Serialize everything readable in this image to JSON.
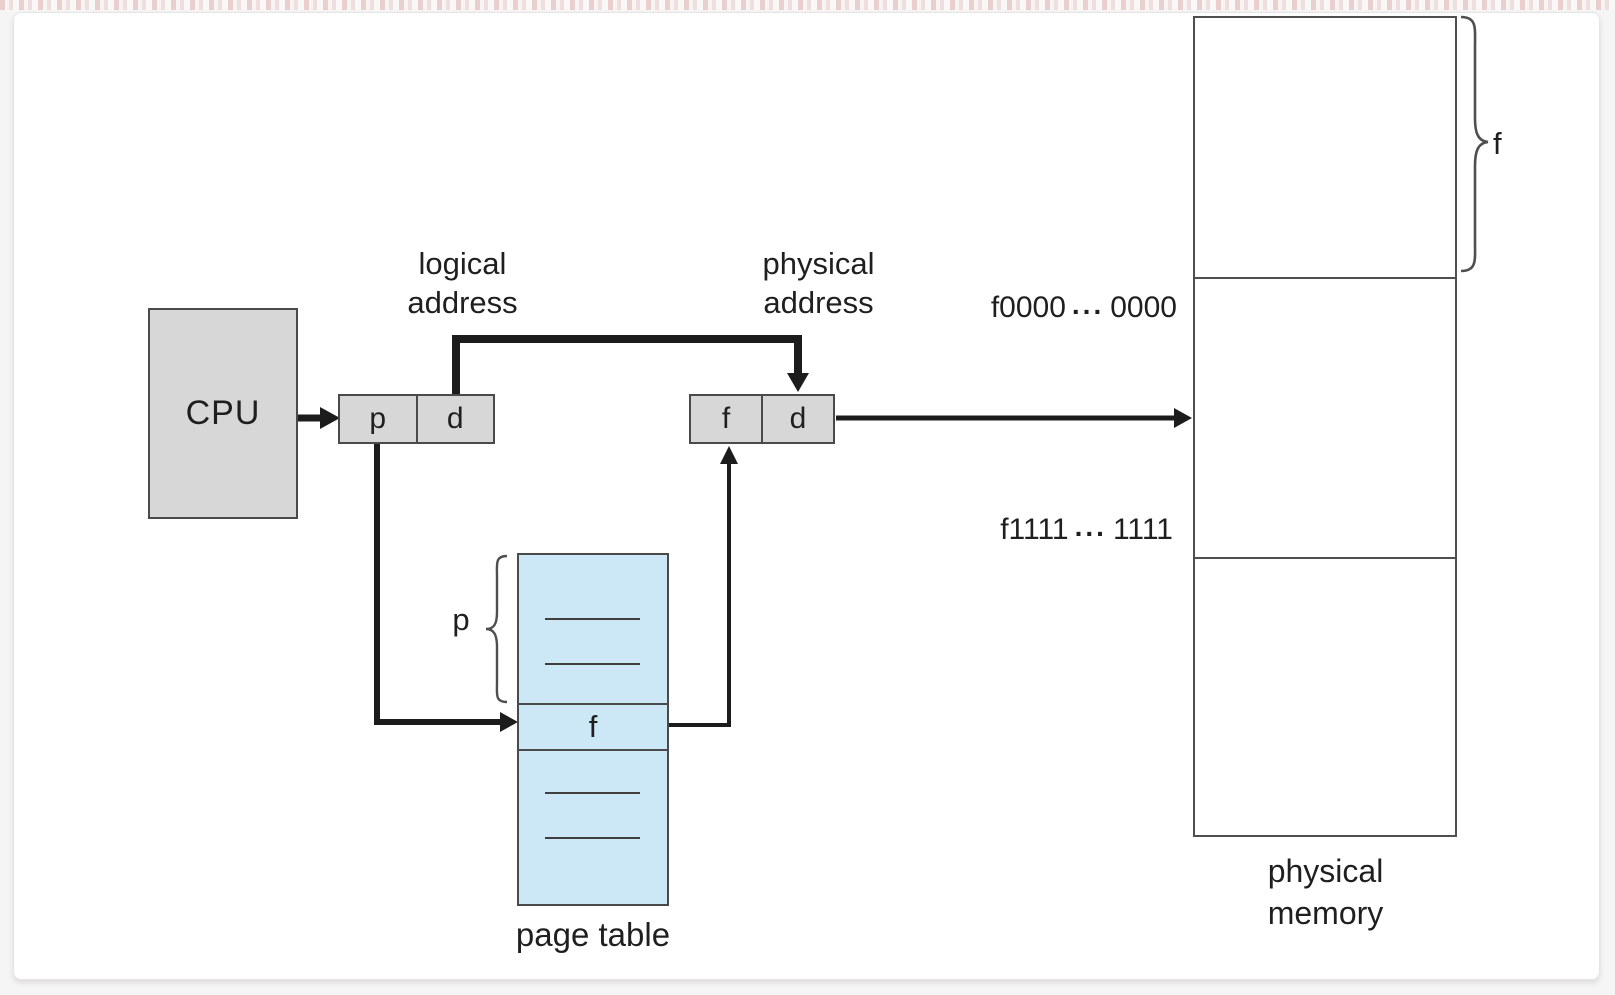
{
  "colors": {
    "page_bg": "#f6f5f5",
    "panel_bg": "#ffffff",
    "box_fill": "#d7d7d7",
    "table_fill": "#cce7f6",
    "border": "#4a4a4a",
    "line": "#1c1c1c"
  },
  "cpu": {
    "label": "CPU"
  },
  "logical_address": {
    "label_line1": "logical",
    "label_line2": "address",
    "p": "p",
    "d": "d"
  },
  "physical_address": {
    "label_line1": "physical",
    "label_line2": "address",
    "f": "f",
    "d": "d"
  },
  "page_table": {
    "brace_label": "p",
    "entry_f": "f",
    "caption": "page table"
  },
  "physical_memory": {
    "addr_top_prefix": "f0000",
    "addr_top_dots": "...",
    "addr_top_suffix": "0000",
    "addr_bottom_prefix": "f1111",
    "addr_bottom_dots": "...",
    "addr_bottom_suffix": "1111",
    "frame_brace_label": "f",
    "caption_line1": "physical",
    "caption_line2": "memory"
  }
}
